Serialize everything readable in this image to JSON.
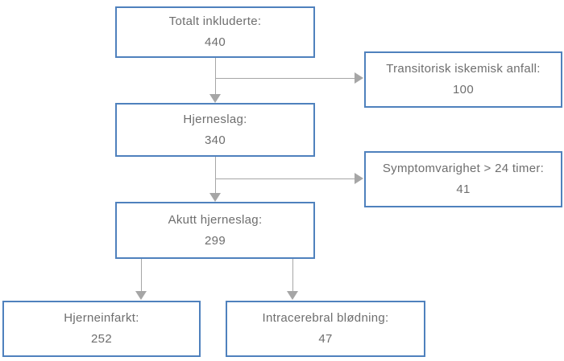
{
  "style": {
    "box_border_color": "#4f81bd",
    "arrow_color": "#a6a6a6",
    "text_color": "#6e6e6e",
    "background_color": "#ffffff"
  },
  "flowchart": {
    "type": "patient-flow-diagram",
    "nodes": {
      "total": {
        "label": "Totalt inkluderte:",
        "value": "440"
      },
      "tia": {
        "label": "Transitorisk iskemisk anfall:",
        "value": "100"
      },
      "stroke": {
        "label": "Hjerneslag:",
        "value": "340"
      },
      "symptom": {
        "label": "Symptomvarighet > 24 timer:",
        "value": "41"
      },
      "acute": {
        "label": "Akutt hjerneslag:",
        "value": "299"
      },
      "infarct": {
        "label": "Hjerneinfarkt:",
        "value": "252"
      },
      "hemorrhage": {
        "label": "Intracerebral blødning:",
        "value": "47"
      }
    },
    "edges": [
      {
        "from": "total",
        "to": "stroke",
        "direction": "down"
      },
      {
        "from": "total",
        "to": "tia",
        "direction": "right"
      },
      {
        "from": "stroke",
        "to": "acute",
        "direction": "down"
      },
      {
        "from": "stroke",
        "to": "symptom",
        "direction": "right"
      },
      {
        "from": "acute",
        "to": "infarct",
        "direction": "down"
      },
      {
        "from": "acute",
        "to": "hemorrhage",
        "direction": "down"
      }
    ]
  }
}
